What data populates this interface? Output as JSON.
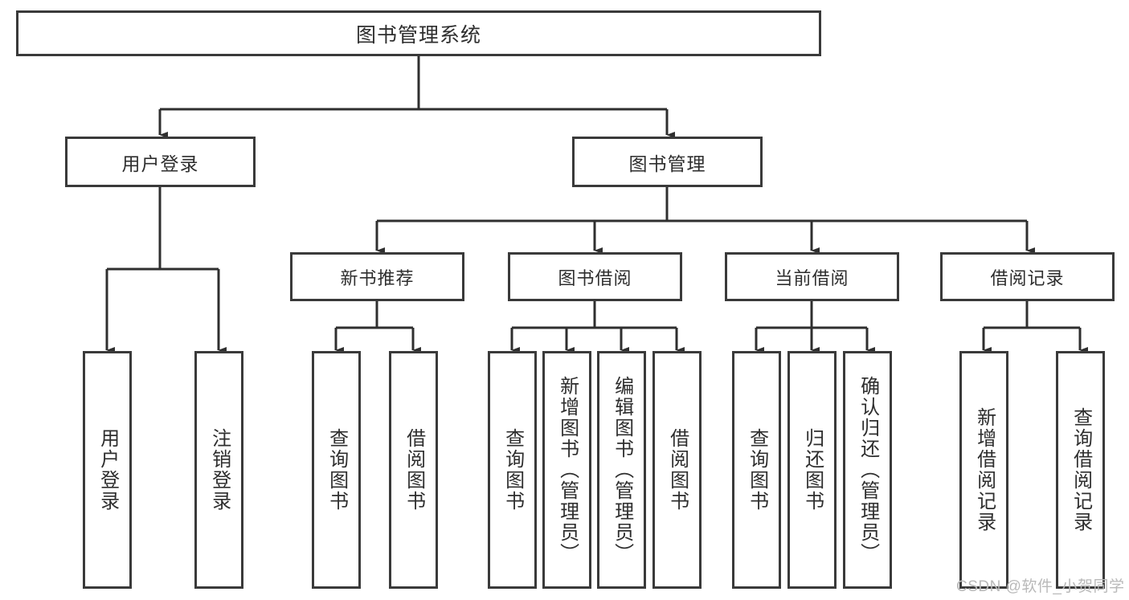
{
  "diagram": {
    "title": "图书管理系统",
    "type": "tree-hierarchy",
    "watermark": "CSDN @软件_小贺同学",
    "colors": {
      "box_border": "#3a3a3a",
      "box_fill": "#ffffff",
      "connector": "#2f2f2f",
      "text": "#2e2e2e",
      "watermark": "#b9b9b9",
      "background": "#ffffff"
    },
    "root": {
      "label": "图书管理系统"
    },
    "level2": [
      {
        "id": "user-login",
        "label": "用户登录"
      },
      {
        "id": "book-management",
        "label": "图书管理"
      }
    ],
    "level3": [
      {
        "id": "new-book-recommend",
        "label": "新书推荐",
        "parent": "book-management"
      },
      {
        "id": "book-borrow",
        "label": "图书借阅",
        "parent": "book-management"
      },
      {
        "id": "current-borrow",
        "label": "当前借阅",
        "parent": "book-management"
      },
      {
        "id": "borrow-record",
        "label": "借阅记录",
        "parent": "book-management"
      }
    ],
    "leaves": [
      {
        "id": "leaf-user-login",
        "label": "用户登录",
        "parent": "user-login"
      },
      {
        "id": "leaf-logout-login",
        "label": "注销登录",
        "parent": "user-login"
      },
      {
        "id": "leaf-query-book-1",
        "label": "查询图书",
        "parent": "new-book-recommend"
      },
      {
        "id": "leaf-borrow-book-1",
        "label": "借阅图书",
        "parent": "new-book-recommend"
      },
      {
        "id": "leaf-query-book-2",
        "label": "查询图书",
        "parent": "book-borrow"
      },
      {
        "id": "leaf-add-book",
        "label": "新增图书（管理员）",
        "parent": "book-borrow"
      },
      {
        "id": "leaf-edit-book",
        "label": "编辑图书（管理员）",
        "parent": "book-borrow"
      },
      {
        "id": "leaf-borrow-book-2",
        "label": "借阅图书",
        "parent": "book-borrow"
      },
      {
        "id": "leaf-query-book-3",
        "label": "查询图书",
        "parent": "current-borrow"
      },
      {
        "id": "leaf-return-book",
        "label": "归还图书",
        "parent": "current-borrow"
      },
      {
        "id": "leaf-confirm-return",
        "label": "确认归还（管理员）",
        "parent": "current-borrow"
      },
      {
        "id": "leaf-add-record",
        "label": "新增借阅记录",
        "parent": "borrow-record"
      },
      {
        "id": "leaf-query-record",
        "label": "查询借阅记录",
        "parent": "borrow-record"
      }
    ]
  }
}
